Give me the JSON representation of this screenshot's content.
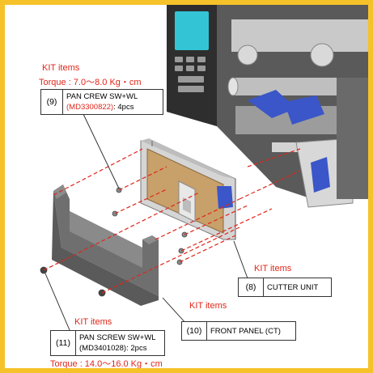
{
  "callouts": {
    "item9": {
      "kit": "KIT items",
      "torque": "Torque : 7.0～8.0 Kg・cm",
      "num": "(9)",
      "name": "PAN CREW  SW+WL",
      "code": "(MD3300822)",
      "qty": ": 4pcs"
    },
    "item8": {
      "kit": "KIT items",
      "num": "(8)",
      "name": "CUTTER UNIT"
    },
    "item10": {
      "kit": "KIT items",
      "num": "(10)",
      "name": "FRONT PANEL (CT)"
    },
    "item11": {
      "kit": "KIT items",
      "num": "(11)",
      "name": "PAN SCREW SW+WL",
      "code": "(MD3401028)",
      "qty": ": 2pcs",
      "torque": "Torque : 14.0～16.0 Kg・cm"
    }
  },
  "colors": {
    "frame": "#f6c22a",
    "accent": "#e0261a",
    "printer_body": "#3a3a3a",
    "display": "#33c5d6",
    "clip_blue": "#3a56c8",
    "tan_plate": "#c8a06a",
    "panel_gray": "#6f6f6f"
  }
}
